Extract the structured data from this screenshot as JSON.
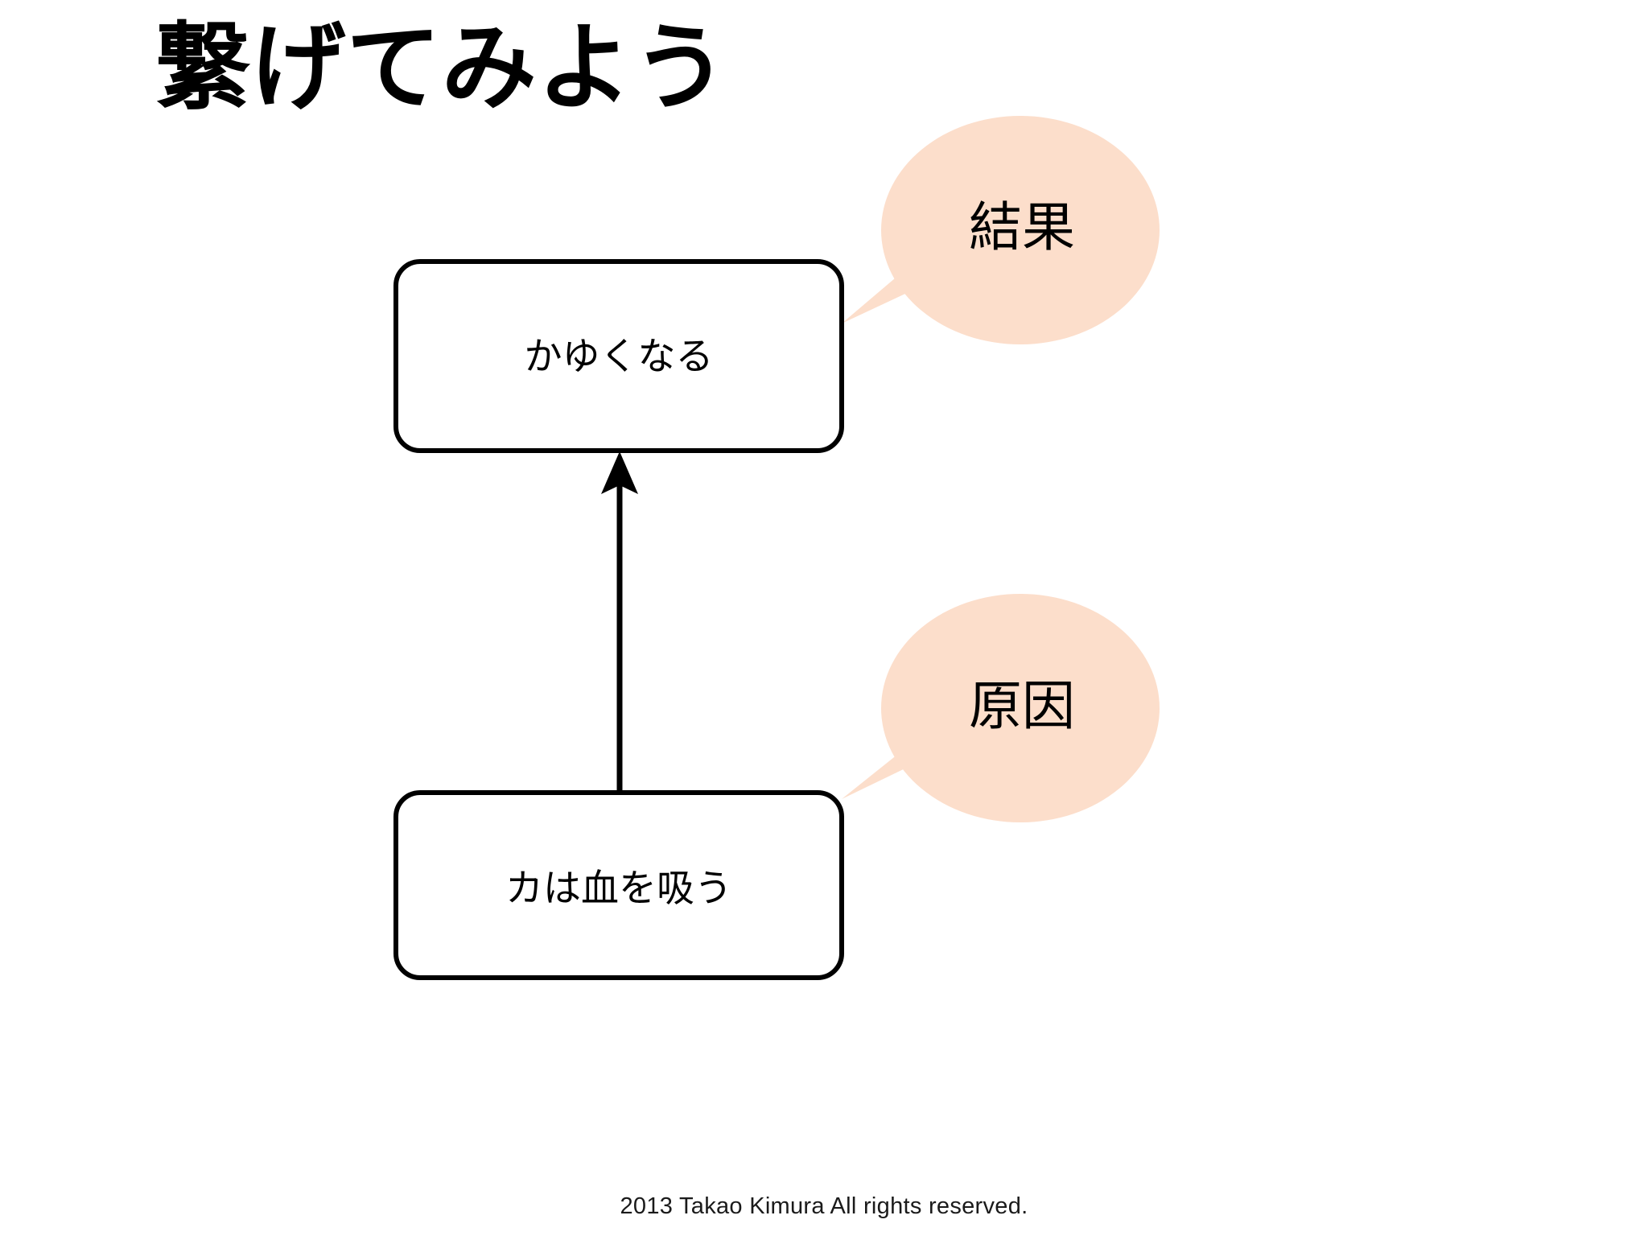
{
  "slide": {
    "title": "繋げてみよう",
    "background_color": "#ffffff",
    "text_color": "#000000"
  },
  "diagram": {
    "type": "cause-effect-flow",
    "accent_color": "#fcdecb",
    "line_color": "#000000",
    "nodes": [
      {
        "id": "effect",
        "label": "かゆくなる",
        "role": "effect",
        "shape": "rounded-rectangle"
      },
      {
        "id": "cause",
        "label": "カは血を吸う",
        "role": "cause",
        "shape": "rounded-rectangle"
      }
    ],
    "edges": [
      {
        "from": "cause",
        "to": "effect",
        "style": "solid",
        "arrowhead": "filled-triangle",
        "direction": "up"
      }
    ],
    "callouts": [
      {
        "id": "result",
        "label": "結果",
        "points_to": "effect",
        "shape": "ellipse-speech-bubble",
        "fill": "#fcdecb"
      },
      {
        "id": "cause",
        "label": "原因",
        "points_to": "cause",
        "shape": "ellipse-speech-bubble",
        "fill": "#fcdecb"
      }
    ]
  },
  "footer": {
    "copyright": "2013 Takao Kimura All rights reserved."
  }
}
